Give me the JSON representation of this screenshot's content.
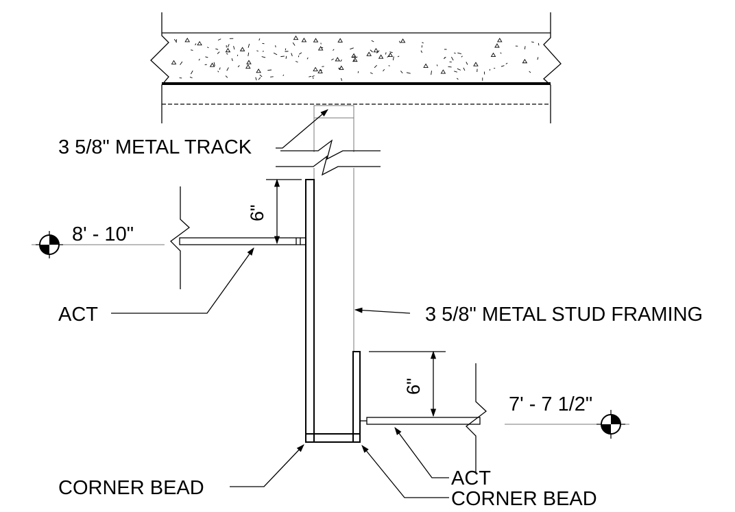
{
  "labels": {
    "metal_track": "3 5/8\" METAL TRACK",
    "metal_stud_framing": "3 5/8\" METAL STUD FRAMING",
    "act_left": "ACT",
    "act_right": "ACT",
    "corner_bead_left": "CORNER BEAD",
    "corner_bead_right": "CORNER BEAD",
    "elevation_high": "8' - 10\"",
    "elevation_low": "7' - 7 1/2\"",
    "dim_upper": "6\"",
    "dim_lower": "6\""
  },
  "icons": {
    "elevation_marker_left": "elevation-target-icon",
    "elevation_marker_right": "elevation-target-icon"
  }
}
